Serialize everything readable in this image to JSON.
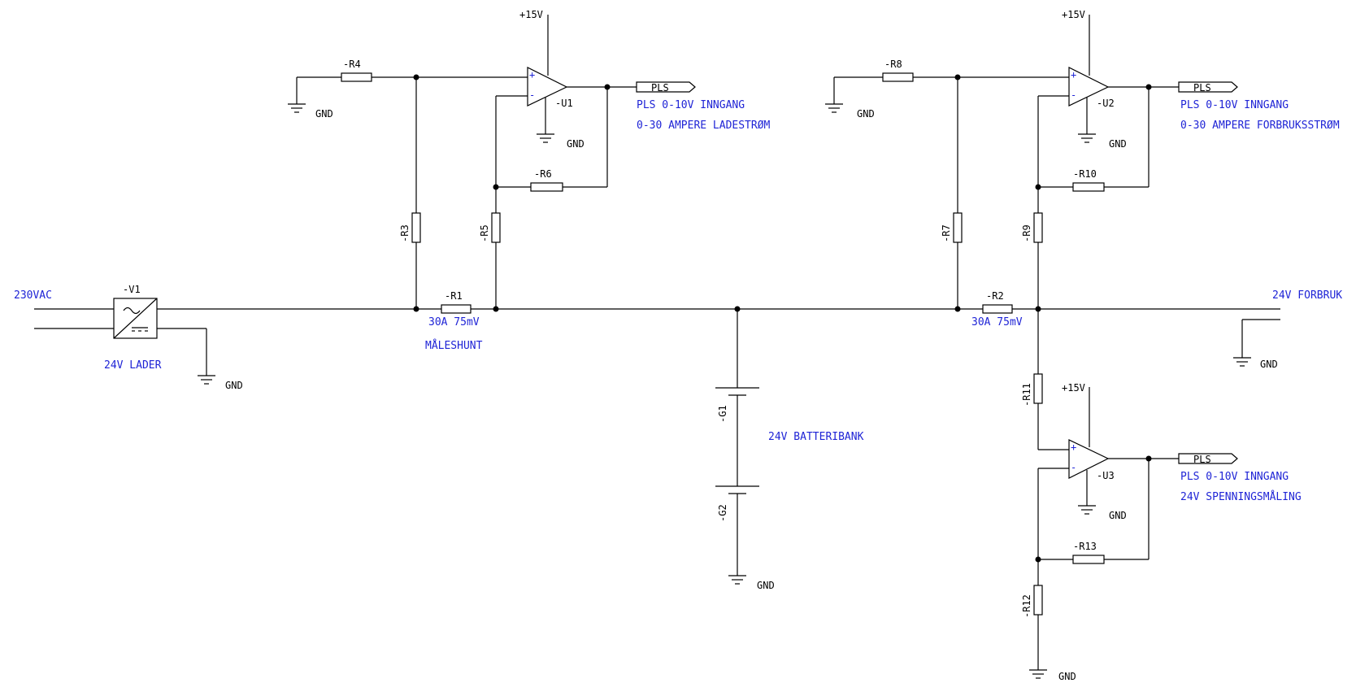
{
  "resistors": {
    "r1": "-R1",
    "r2": "-R2",
    "r3": "-R3",
    "r4": "-R4",
    "r5": "-R5",
    "r6": "-R6",
    "r7": "-R7",
    "r8": "-R8",
    "r9": "-R9",
    "r10": "-R10",
    "r11": "-R11",
    "r12": "-R12",
    "r13": "-R13"
  },
  "opamps": {
    "u1": "-U1",
    "u2": "-U2",
    "u3": "-U3",
    "plus": "+",
    "minus": "-"
  },
  "batteries": {
    "g1": "-G1",
    "g2": "-G2"
  },
  "charger": {
    "label": "-V1"
  },
  "supply": {
    "label": "+15V"
  },
  "ground": {
    "label": "GND"
  },
  "connector": {
    "label": "PLS"
  },
  "notes": {
    "mains": "230VAC",
    "charger": "24V LADER",
    "shunt1_rating": "30A 75mV",
    "shunt1_name": "MÅLESHUNT",
    "shunt2_rating": "30A 75mV",
    "out1_line1": "PLS 0-10V INNGANG",
    "out1_line2": "0-30 AMPERE LADESTRØM",
    "out2_line1": "PLS 0-10V INNGANG",
    "out2_line2": "0-30 AMPERE FORBRUKSSTRØM",
    "out3_line1": "PLS 0-10V INNGANG",
    "out3_line2": "24V SPENNINGSMÅLING",
    "battery_bank": "24V BATTERIBANK",
    "load": "24V FORBRUK"
  }
}
